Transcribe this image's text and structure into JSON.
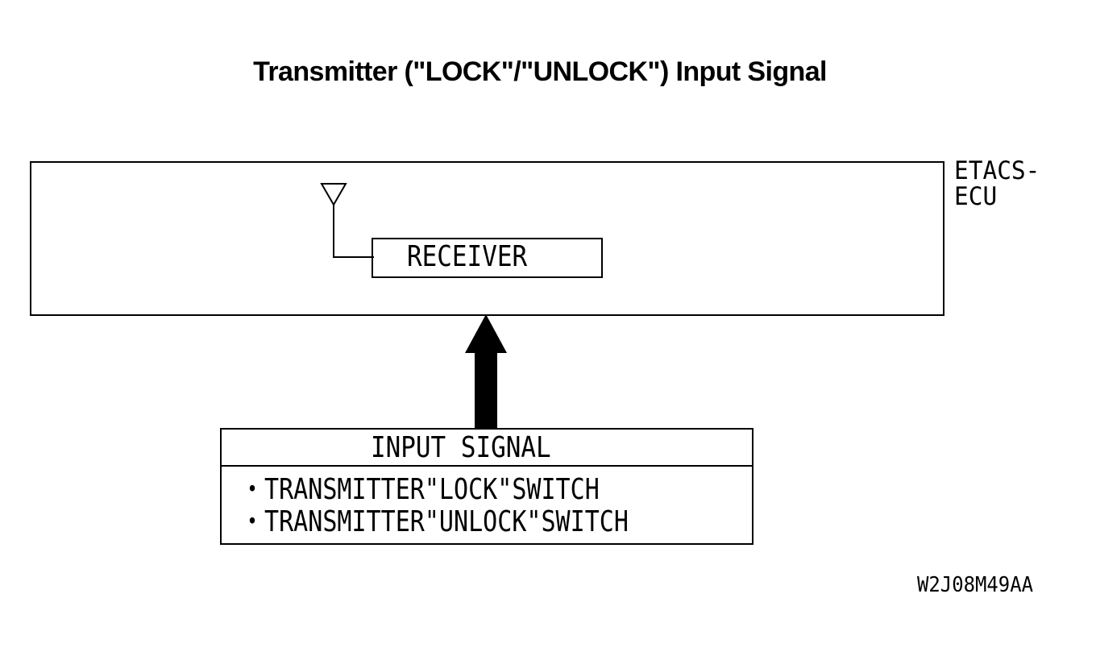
{
  "title": "Transmitter (\"LOCK\"/\"UNLOCK\") Input Signal",
  "ecu": {
    "label_line1": "ETACS-",
    "label_line2": "ECU"
  },
  "receiver": {
    "label": "RECEIVER"
  },
  "input": {
    "header": "INPUT SIGNAL",
    "items": [
      "・TRANSMITTER\"LOCK\"SWITCH",
      "・TRANSMITTER\"UNLOCK\"SWITCH"
    ]
  },
  "figure_code": "W2J08M49AA",
  "icons": {
    "antenna": "antenna-icon",
    "signal_arrow": "arrow-up-icon"
  }
}
